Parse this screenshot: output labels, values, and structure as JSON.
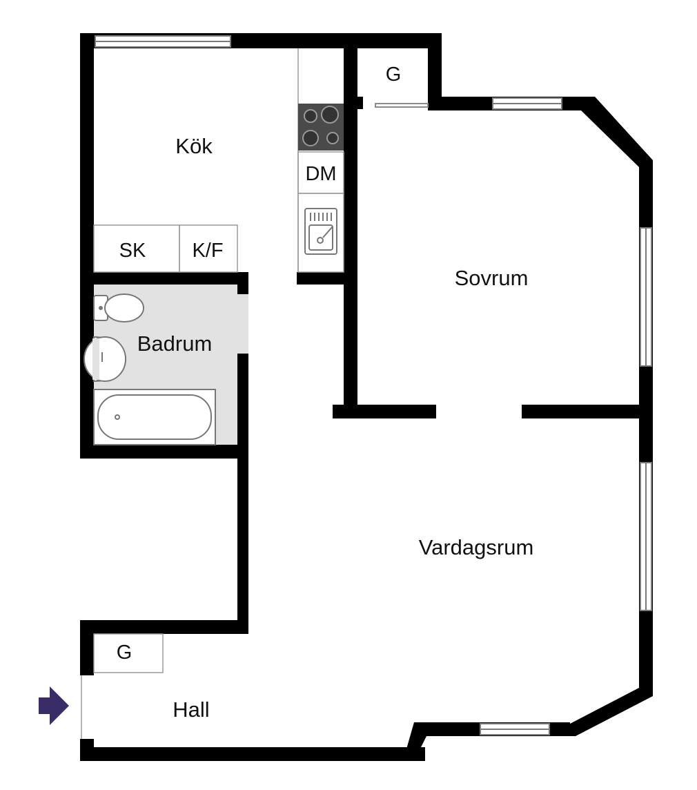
{
  "floorplan": {
    "rooms": {
      "kok": "Kök",
      "sovrum": "Sovrum",
      "badrum": "Badrum",
      "vardagsrum": "Vardagsrum",
      "hall": "Hall"
    },
    "fixtures": {
      "closet_top": "G",
      "closet_hall": "G",
      "dishwasher": "DM",
      "wardrobe": "SK",
      "fridge_freezer": "K/F"
    }
  },
  "colors": {
    "wall": "#000000",
    "bathroom_floor": "#e2e2e2",
    "stove_top": "#4a4a4a",
    "entrance_arrow": "#3a2c66",
    "fixture_line": "#9a9a9a"
  }
}
